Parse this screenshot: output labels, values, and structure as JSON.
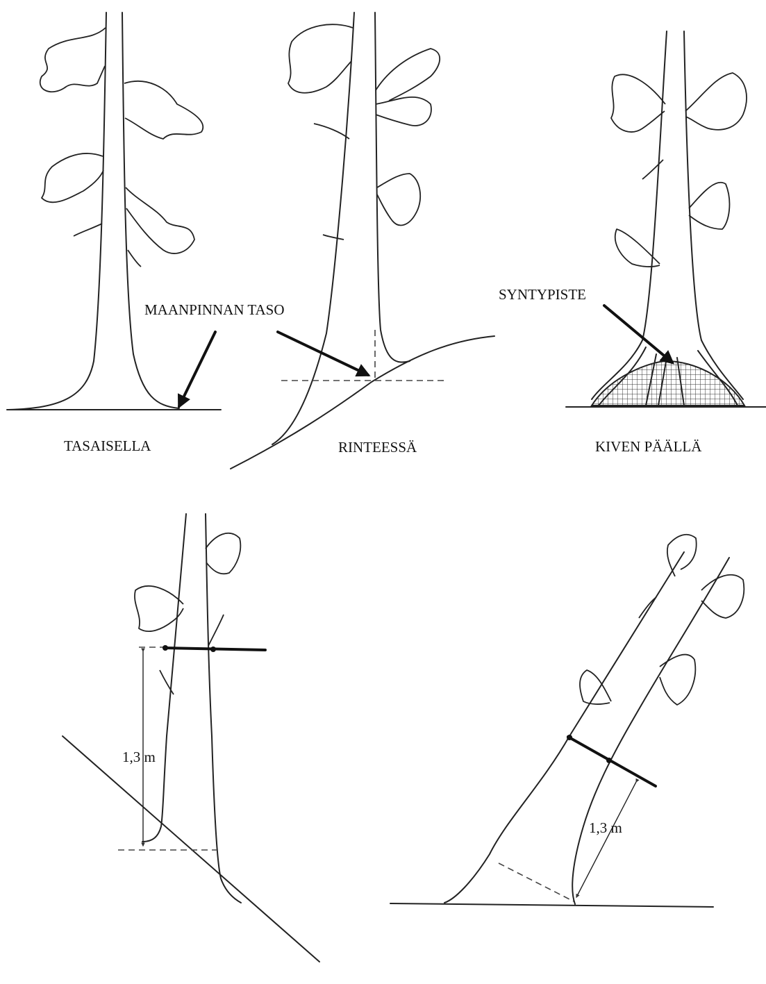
{
  "labels": {
    "ground_level": "MAANPINNAN TASO",
    "origin_point": "SYNTYPISTE",
    "flat": "TASAISELLA",
    "slope": "RINTEESSÄ",
    "on_rock": "KIVEN PÄÄLLÄ",
    "height_left": "1,3 m",
    "height_right": "1,3 m"
  }
}
